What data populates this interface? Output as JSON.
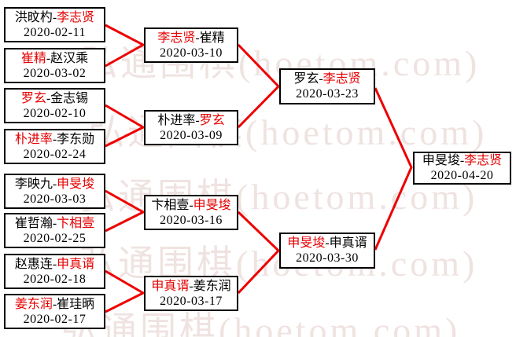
{
  "watermark": {
    "text": "弘通围棋(hoetom.com)"
  },
  "colors": {
    "winner_red": "#e60000",
    "line_red": "#ee0000",
    "border_black": "#000000",
    "watermark_pink": "#efe3e1",
    "background": "#ffffff"
  },
  "bracket": {
    "round1": [
      {
        "seg1": {
          "text": "洪旼杓-",
          "cls": "nm"
        },
        "seg2": {
          "text": "李志贤",
          "cls": "nm win"
        },
        "date": "2020-02-11"
      },
      {
        "seg1": {
          "text": "崔精",
          "cls": "nm win"
        },
        "seg2": {
          "text": "-赵汉乘",
          "cls": "nm"
        },
        "date": "2020-03-02"
      },
      {
        "seg1": {
          "text": "罗玄",
          "cls": "nm win"
        },
        "seg2": {
          "text": "-金志锡",
          "cls": "nm"
        },
        "date": "2020-02-10"
      },
      {
        "seg1": {
          "text": "朴进率",
          "cls": "nm win"
        },
        "seg2": {
          "text": "-李东勋",
          "cls": "nm"
        },
        "date": "2020-02-24"
      },
      {
        "seg1": {
          "text": "李映九-",
          "cls": "nm"
        },
        "seg2": {
          "text": "申旻埈",
          "cls": "nm win"
        },
        "date": "2020-03-03"
      },
      {
        "seg1": {
          "text": "崔哲瀚-",
          "cls": "nm"
        },
        "seg2": {
          "text": "卞相壹",
          "cls": "nm win"
        },
        "date": "2020-02-25"
      },
      {
        "seg1": {
          "text": "赵惠连-",
          "cls": "nm"
        },
        "seg2": {
          "text": "申真谞",
          "cls": "nm win"
        },
        "date": "2020-02-18"
      },
      {
        "seg1": {
          "text": "姜东润",
          "cls": "nm win"
        },
        "seg2": {
          "text": "-崔珪昞",
          "cls": "nm"
        },
        "date": "2020-02-17"
      }
    ],
    "round2": [
      {
        "seg1": {
          "text": "李志贤",
          "cls": "nm win"
        },
        "seg2": {
          "text": "-崔精",
          "cls": "nm"
        },
        "date": "2020-03-10"
      },
      {
        "seg1": {
          "text": "朴进率-",
          "cls": "nm"
        },
        "seg2": {
          "text": "罗玄",
          "cls": "nm win"
        },
        "date": "2020-03-09"
      },
      {
        "seg1": {
          "text": "卞相壹-",
          "cls": "nm"
        },
        "seg2": {
          "text": "申旻埈",
          "cls": "nm win"
        },
        "date": "2020-03-16"
      },
      {
        "seg1": {
          "text": "申真谞",
          "cls": "nm win"
        },
        "seg2": {
          "text": "-姜东润",
          "cls": "nm"
        },
        "date": "2020-03-17"
      }
    ],
    "semifinals": [
      {
        "seg1": {
          "text": "罗玄-",
          "cls": "nm"
        },
        "seg2": {
          "text": "李志贤",
          "cls": "nm win"
        },
        "date": "2020-03-23"
      },
      {
        "seg1": {
          "text": "申旻埈",
          "cls": "nm win"
        },
        "seg2": {
          "text": "-申真谞",
          "cls": "nm"
        },
        "date": "2020-03-30"
      }
    ],
    "final": [
      {
        "seg1": {
          "text": "申旻埈-",
          "cls": "nm"
        },
        "seg2": {
          "text": "李志贤",
          "cls": "nm win"
        },
        "date": "2020-04-20"
      }
    ]
  }
}
